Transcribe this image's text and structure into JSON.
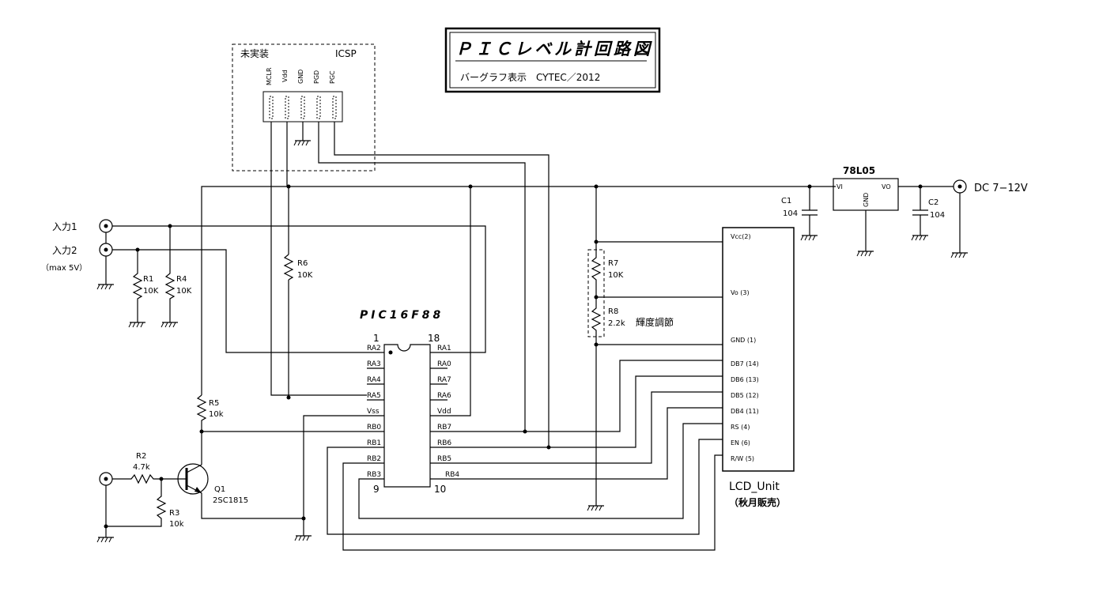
{
  "title": {
    "main": "ＰＩＣレベル計回路図",
    "sub": "バーグラフ表示　CYTEC／2012"
  },
  "icsp": {
    "note": "未実装",
    "label": "ICSP",
    "pins": [
      "MCLR",
      "Vdd",
      "GND",
      "PGD",
      "PGC"
    ]
  },
  "inputs": {
    "in1": "入力1",
    "in2": "入力2",
    "in2_note": "（max 5V）"
  },
  "resistors": {
    "r1": {
      "name": "R1",
      "value": "10K"
    },
    "r4": {
      "name": "R4",
      "value": "10K"
    },
    "r6": {
      "name": "R6",
      "value": "10K"
    },
    "r5": {
      "name": "R5",
      "value": "10k"
    },
    "r2": {
      "name": "R2",
      "value": "4.7k"
    },
    "r3": {
      "name": "R3",
      "value": "10k"
    },
    "r7": {
      "name": "R7",
      "value": "10K"
    },
    "r8": {
      "name": "R8",
      "value": "2.2k",
      "note": "輝度調節"
    }
  },
  "transistor": {
    "name": "Q1",
    "part": "2SC1815"
  },
  "pic": {
    "name": "PIC16F88",
    "pin1": "1",
    "pin18": "18",
    "pin9": "9",
    "pin10": "10",
    "left_pins": [
      "RA2",
      "RA3",
      "RA4",
      "RA5",
      "Vss",
      "RB0",
      "RB1",
      "RB2",
      "RB3"
    ],
    "right_pins": [
      "RA1",
      "RA0",
      "RA7",
      "RA6",
      "Vdd",
      "RB7",
      "RB6",
      "RB5",
      "RB4"
    ]
  },
  "regulator": {
    "name": "78L05",
    "vi": "VI",
    "gnd": "GND",
    "vo": "VO"
  },
  "capacitors": {
    "c1": {
      "name": "C1",
      "value": "104"
    },
    "c2": {
      "name": "C2",
      "value": "104"
    }
  },
  "power": {
    "label": "DC 7−12V"
  },
  "lcd": {
    "name": "LCD_Unit",
    "vendor": "（秋月販売）",
    "pins": [
      "Vcc(2)",
      "Vo (3)",
      "GND (1)",
      "DB7 (14)",
      "DB6 (13)",
      "DB5 (12)",
      "DB4 (11)",
      "RS (4)",
      "EN (6)",
      "R/W (5)"
    ]
  }
}
